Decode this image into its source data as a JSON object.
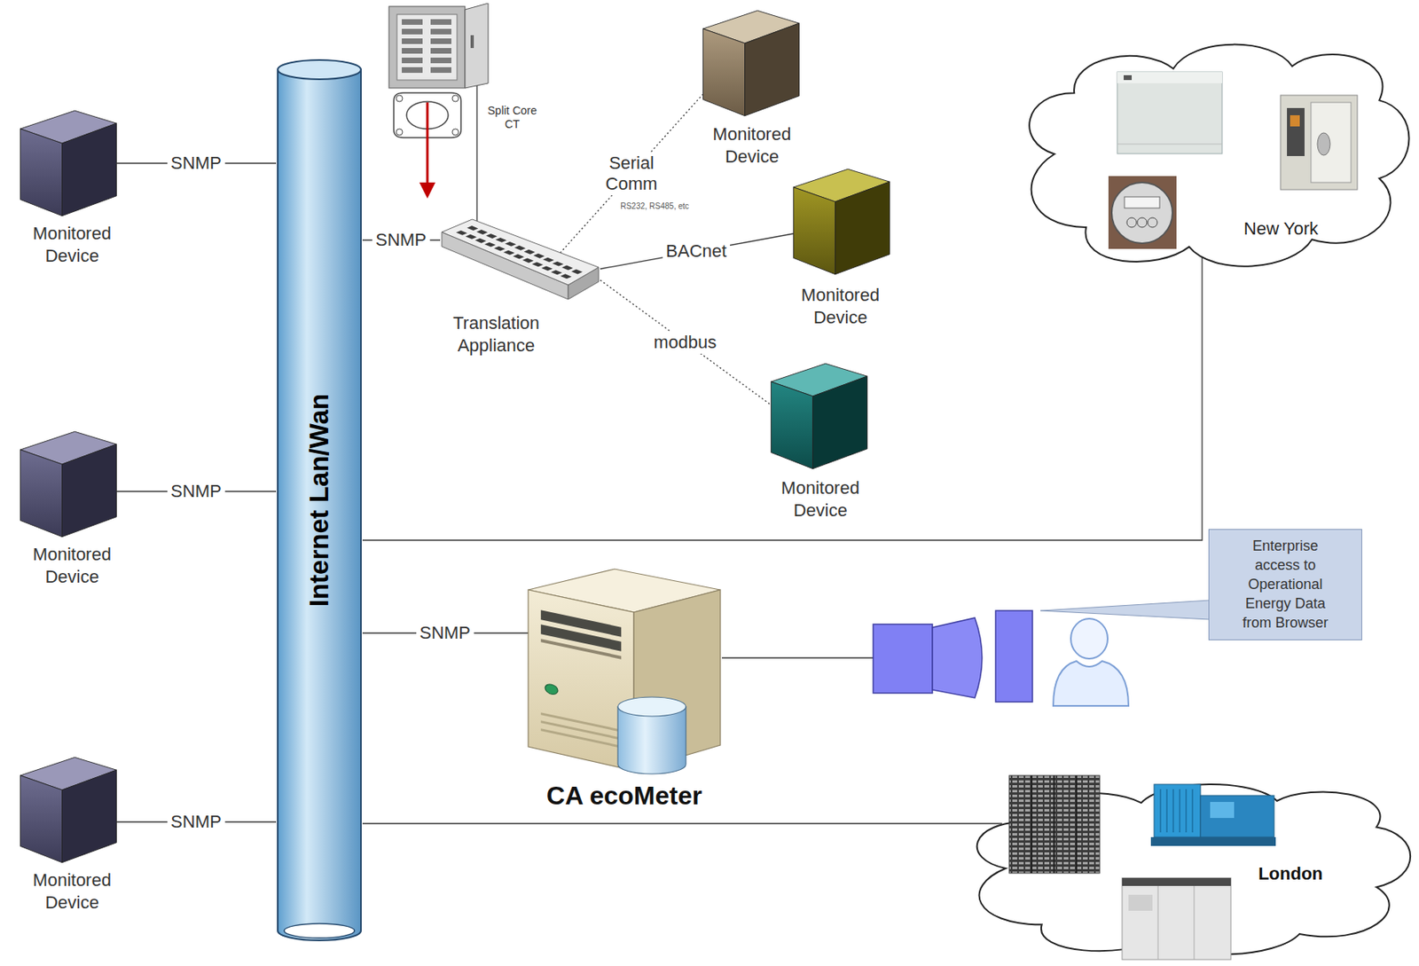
{
  "diagram": {
    "nodes": [
      {
        "text": [
          "Internet Lan/Wan"
        ]
      },
      {
        "text": [
          "Monitored Device"
        ]
      },
      {
        "text": [
          "Monitored Device"
        ]
      },
      {
        "text": [
          "Monitored Device"
        ]
      },
      {
        "text": [
          "Split Core CT"
        ]
      },
      {
        "text": [
          "Translation Appliance"
        ]
      },
      {
        "text": [
          "Monitored Device"
        ]
      },
      {
        "text": [
          "Monitored Device"
        ]
      },
      {
        "text": [
          "Monitored Device"
        ]
      },
      {
        "text": [
          "New York"
        ]
      },
      {
        "text": [
          "CA ecoMeter"
        ]
      },
      {
        "text": [
          "Enterprise access to Operational Energy Data from Browser"
        ]
      },
      {
        "text": [
          "London"
        ]
      }
    ],
    "edges": [
      {
        "from": 1,
        "to": 0,
        "label": "SNMP",
        "arrow": "none"
      },
      {
        "from": 2,
        "to": 0,
        "label": "SNMP",
        "arrow": "none"
      },
      {
        "from": 3,
        "to": 0,
        "label": "SNMP",
        "arrow": "none"
      },
      {
        "from": 5,
        "to": 0,
        "label": "SNMP",
        "arrow": "none"
      },
      {
        "from": 4,
        "to": 5,
        "arrow": "none"
      },
      {
        "from": 5,
        "to": 6,
        "label": "Serial Comm",
        "arrow": "none"
      },
      {
        "from": 5,
        "to": 7,
        "label": "BACnet",
        "arrow": "none"
      },
      {
        "from": 5,
        "to": 8,
        "label": "modbus",
        "arrow": "none"
      },
      {
        "from": 0,
        "to": 9,
        "arrow": "none"
      },
      {
        "from": 0,
        "to": 10,
        "label": "SNMP",
        "arrow": "none"
      },
      {
        "from": 0,
        "to": 12,
        "arrow": "none"
      }
    ],
    "labels": [
      "RS232, RS485, etc"
    ]
  }
}
